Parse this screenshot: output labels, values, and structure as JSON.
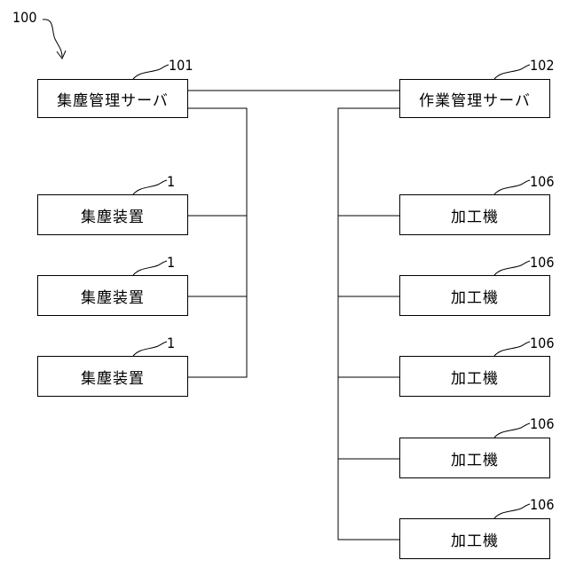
{
  "figure": {
    "system_ref": "100",
    "dust_server": {
      "label": "集塵管理サーバ",
      "ref": "101"
    },
    "work_server": {
      "label": "作業管理サーバ",
      "ref": "102"
    },
    "dust_collectors": [
      {
        "label": "集塵装置",
        "ref": "1"
      },
      {
        "label": "集塵装置",
        "ref": "1"
      },
      {
        "label": "集塵装置",
        "ref": "1"
      }
    ],
    "machines": [
      {
        "label": "加工機",
        "ref": "106"
      },
      {
        "label": "加工機",
        "ref": "106"
      },
      {
        "label": "加工機",
        "ref": "106"
      },
      {
        "label": "加工機",
        "ref": "106"
      },
      {
        "label": "加工機",
        "ref": "106"
      }
    ]
  }
}
